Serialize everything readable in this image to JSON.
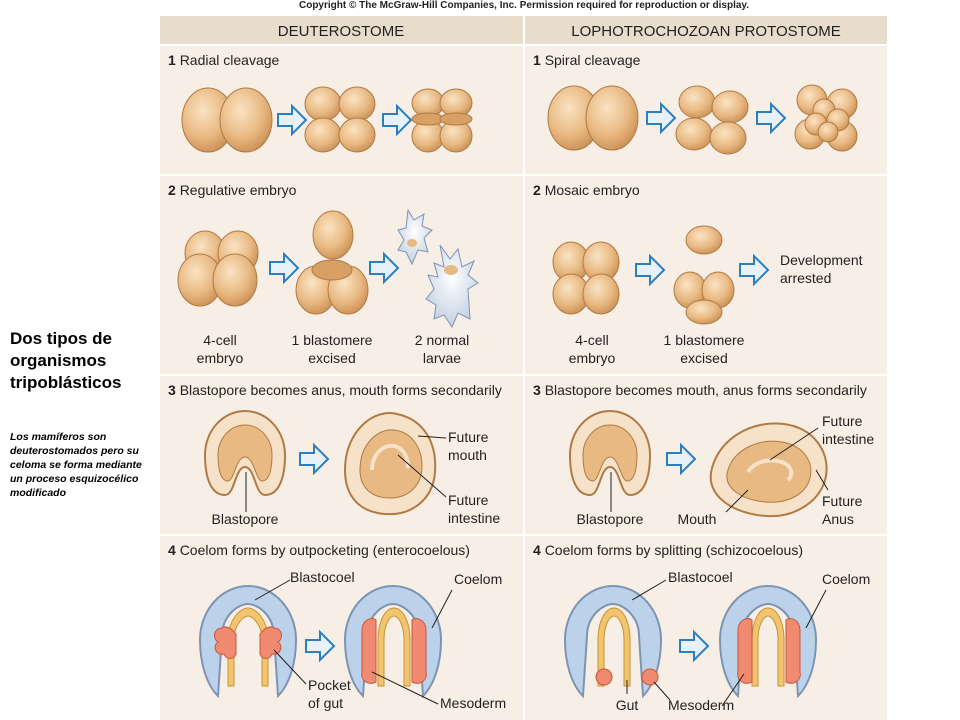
{
  "copyright": "Copyright © The McGraw-Hill Companies, Inc. Permission required for reproduction or display.",
  "sidebar": {
    "title": "Dos tipos de organismos tripoblásticos",
    "note": "Los mamíferos son deuterostomados pero su celoma se forma mediante un proceso esquizocélico modificado"
  },
  "columns": {
    "left": "DEUTEROSTOME",
    "right": "LOPHOTROCHOZOAN PROTOSTOME"
  },
  "panels": {
    "cleavage_left": {
      "num": "1",
      "text": "Radial cleavage"
    },
    "cleavage_right": {
      "num": "1",
      "text": "Spiral cleavage"
    },
    "embryo_left": {
      "num": "2",
      "text": "Regulative embryo"
    },
    "embryo_right": {
      "num": "2",
      "text": "Mosaic embryo"
    },
    "blastopore_left": {
      "num": "3",
      "text": "Blastopore becomes anus, mouth forms secondarily"
    },
    "blastopore_right": {
      "num": "3",
      "text": "Blastopore becomes mouth, anus forms secondarily"
    },
    "coelom_left": {
      "num": "4",
      "text": "Coelom forms by outpocketing (enterocoelous)"
    },
    "coelom_right": {
      "num": "4",
      "text": "Coelom forms by splitting (schizocoelous)"
    }
  },
  "labels": {
    "four_cell_l1": "4-cell",
    "four_cell_l2": "embryo",
    "excised_l1": "1 blastomere",
    "excised_l2": "excised",
    "larvae_l1": "2 normal",
    "larvae_l2": "larvae",
    "four_cell_r1": "4-cell",
    "four_cell_r2": "embryo",
    "excised_r1": "1 blastomere",
    "excised_r2": "excised",
    "dev_l1": "Development",
    "dev_l2": "arrested",
    "future_mouth_1": "Future",
    "future_mouth_2": "mouth",
    "future_int_l1": "Future",
    "future_int_l2": "intestine",
    "blastopore_l": "Blastopore",
    "future_int_r1": "Future",
    "future_int_r2": "intestine",
    "future_anus_1": "Future",
    "future_anus_2": "Anus",
    "blastopore_r": "Blastopore",
    "mouth": "Mouth",
    "blastocoel_l": "Blastocoel",
    "coelom_l": "Coelom",
    "pocket_1": "Pocket",
    "pocket_2": "of gut",
    "mesoderm_l": "Mesoderm",
    "blastocoel_r": "Blastocoel",
    "coelom_r": "Coelom",
    "gut": "Gut",
    "mesoderm_r": "Mesoderm"
  },
  "colors": {
    "panel_bg": "#f7efe5",
    "header_bg": "#e8dccb",
    "cell": "#e8b982",
    "cell_dark": "#c98e52",
    "arrow_stroke": "#2b7fc1",
    "arrow_fill": "#e8f1fa",
    "ectoderm": "#bcd1ea",
    "endoderm": "#f2c46d",
    "mesoderm": "#f08b72"
  }
}
